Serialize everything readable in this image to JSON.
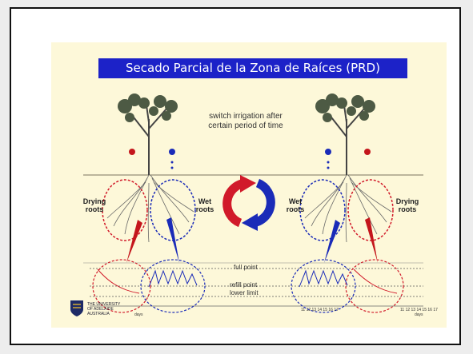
{
  "title": "Secado Parcial de la Zona de Raíces (PRD)",
  "center_caption": "switch irrigation after certain period of time",
  "left_plant": {
    "left_label": "Drying roots",
    "right_label": "Wet roots"
  },
  "right_plant": {
    "left_label": "Wet roots",
    "right_label": "Drying roots"
  },
  "graph_labels": {
    "full_point": "full point",
    "refill_point": "refill point",
    "lower_limit": "lower limit"
  },
  "axis_label": "days",
  "logo_text": "THE UNIVERSITY OF ADELAIDE AUSTRALIA",
  "colors": {
    "banner": "#1c22c8",
    "drying": "#d11a2a",
    "wet": "#1a2bb8",
    "slide_bg": "#fdf8d9"
  }
}
